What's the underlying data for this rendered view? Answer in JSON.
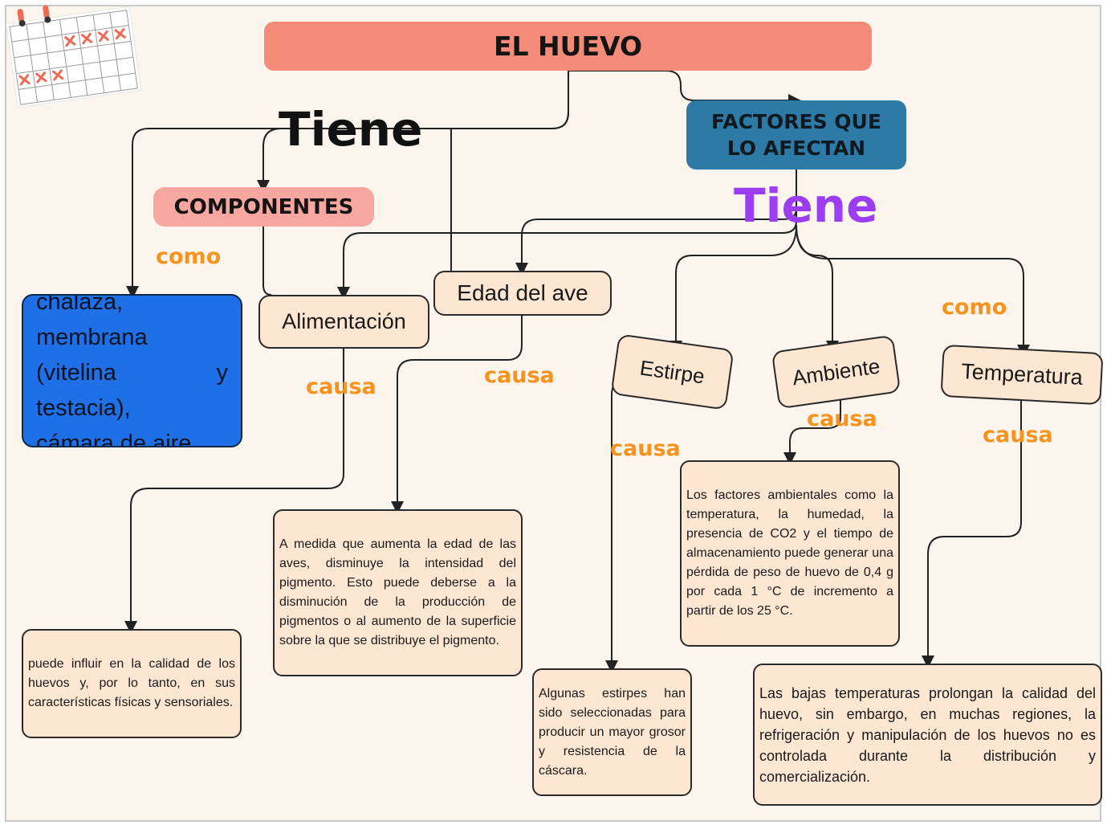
{
  "title": "EL HUEVO",
  "factores": "FACTORES QUE LO AFECTAN",
  "componentes": "COMPONENTES",
  "connectors": {
    "tiene_black": "Tiene",
    "tiene_purple": "Tiene",
    "como_left": "como",
    "como_right": "como",
    "causa_alimentacion": "causa",
    "causa_edad": "causa",
    "causa_estirpe": "causa",
    "causa_ambiente": "causa",
    "causa_temperatura": "causa"
  },
  "components_list": [
    "chalaza,",
    "membrana",
    "(vitelina y",
    "testacia),",
    "cámara de aire"
  ],
  "nodes": {
    "alimentacion": "Alimentación",
    "edad": "Edad del ave",
    "estirpe": "Estirpe",
    "ambiente": "Ambiente",
    "temperatura": "Temperatura"
  },
  "descriptions": {
    "alimentacion": "puede influir en la calidad de los huevos y, por lo tanto, en sus características físicas y sensoriales.",
    "edad": "A medida que aumenta la edad de las aves, disminuye la intensidad del pigmento. Esto puede deberse a la disminución de la producción de pigmentos o al aumento de la superficie sobre la que se distribuye el pigmento.",
    "estirpe": "Algunas estirpes han sido seleccionadas para producir un mayor grosor y resistencia de la cáscara.",
    "ambiente": "Los factores ambientales como la temperatura, la humedad, la presencia de CO2 y el tiempo de almacenamiento puede generar una pérdida de peso de huevo de 0,4 g por cada 1 °C de incremento a partir de los 25 °C.",
    "temperatura": "Las bajas temperaturas prolongan la calidad del huevo, sin embargo, en muchas regiones, la refrigeración y manipulación de los huevos no es controlada durante la distribución y comercialización."
  },
  "colors": {
    "title_bg": "#f48b78",
    "factores_bg": "#2e7aa6",
    "componentes_bg": "#f7a6a0",
    "components_box_bg": "#1f6fe6",
    "node_bg": "#fde6d2",
    "connector_orange": "#f7931e",
    "tiene_purple": "#9b3df2"
  }
}
